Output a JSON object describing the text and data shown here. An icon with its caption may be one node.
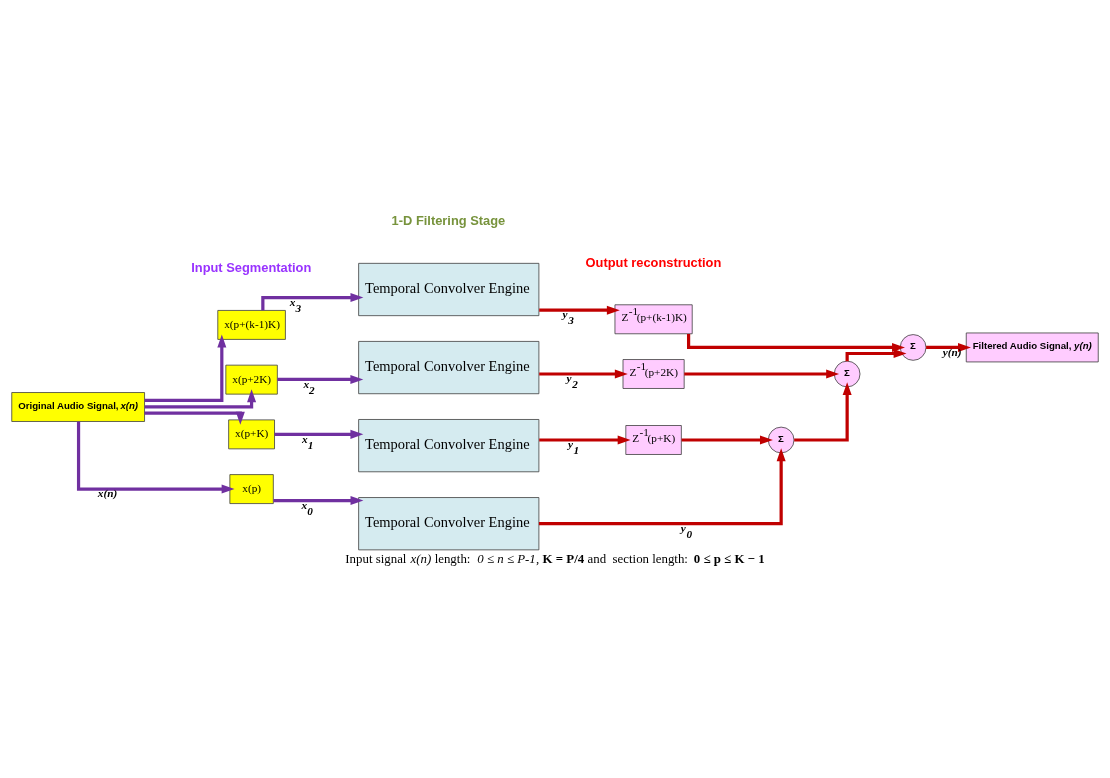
{
  "diagram": {
    "caption": "Input signal *x(n)* length:  *0 ≤ n ≤ P-1*, **K = P/4** and  section length:  **0 ≤ p ≤ K − 1**",
    "nodes": [
      {
        "text": [
          "Original Audio Signal, *x(n)*"
        ]
      },
      {
        "text": [
          "x(p+(k-1)K)"
        ]
      },
      {
        "text": [
          "x(p+2K)"
        ]
      },
      {
        "text": [
          "x(p+K)"
        ]
      },
      {
        "text": [
          "x(p)"
        ]
      },
      {
        "text": [
          "Temporal Convolver Engine"
        ]
      },
      {
        "text": [
          "Temporal Convolver Engine"
        ]
      },
      {
        "text": [
          "Temporal Convolver Engine"
        ]
      },
      {
        "text": [
          "Temporal Convolver Engine"
        ]
      },
      {
        "text": [
          "Z$^{-1}$(p+(k-1)K)"
        ]
      },
      {
        "text": [
          "Z$^{-1}$(p+2K)"
        ]
      },
      {
        "text": [
          "Z$^{-1}$(p+K)"
        ]
      },
      {
        "text": [
          "Σ"
        ]
      },
      {
        "text": [
          "Σ"
        ]
      },
      {
        "text": [
          "Σ"
        ]
      },
      {
        "text": [
          "Filtered Audio Signal, *y(n)*"
        ]
      }
    ],
    "edges": [
      {
        "from": 0,
        "to": 1,
        "arrow": "to",
        "color": "#7030a0"
      },
      {
        "from": 0,
        "to": 2,
        "arrow": "to",
        "color": "#7030a0"
      },
      {
        "from": 0,
        "to": 3,
        "arrow": "to",
        "color": "#7030a0"
      },
      {
        "from": 0,
        "to": 4,
        "arrow": "to",
        "label": "x(n)",
        "color": "#7030a0"
      },
      {
        "from": 1,
        "to": 5,
        "arrow": "to",
        "label": "x$_{3}$",
        "color": "#7030a0"
      },
      {
        "from": 2,
        "to": 6,
        "arrow": "to",
        "label": "x$_{2}$",
        "color": "#7030a0"
      },
      {
        "from": 3,
        "to": 7,
        "arrow": "to",
        "label": "x$_{1}$",
        "color": "#7030a0"
      },
      {
        "from": 4,
        "to": 8,
        "arrow": "to",
        "label": "x$_{0}$",
        "color": "#7030a0"
      },
      {
        "from": 5,
        "to": 9,
        "arrow": "to",
        "label": "y$_{3}$"
      },
      {
        "from": 6,
        "to": 10,
        "arrow": "to",
        "label": "y$_{2}$"
      },
      {
        "from": 7,
        "to": 11,
        "arrow": "to",
        "label": "y$_{1}$"
      },
      {
        "from": 8,
        "to": 14,
        "arrow": "to",
        "label": "y$_{0}$"
      },
      {
        "from": 9,
        "to": 12,
        "arrow": "to"
      },
      {
        "from": 10,
        "to": 13,
        "arrow": "to"
      },
      {
        "from": 11,
        "to": 14,
        "arrow": "to"
      },
      {
        "from": 14,
        "to": 13,
        "arrow": "to"
      },
      {
        "from": 13,
        "to": 12,
        "arrow": "to"
      },
      {
        "from": 12,
        "to": 15,
        "arrow": "to",
        "label": "y(n)"
      }
    ],
    "labels": [
      "Input Segmentation",
      "1-D Filtering Stage",
      "Output reconstruction"
    ]
  }
}
